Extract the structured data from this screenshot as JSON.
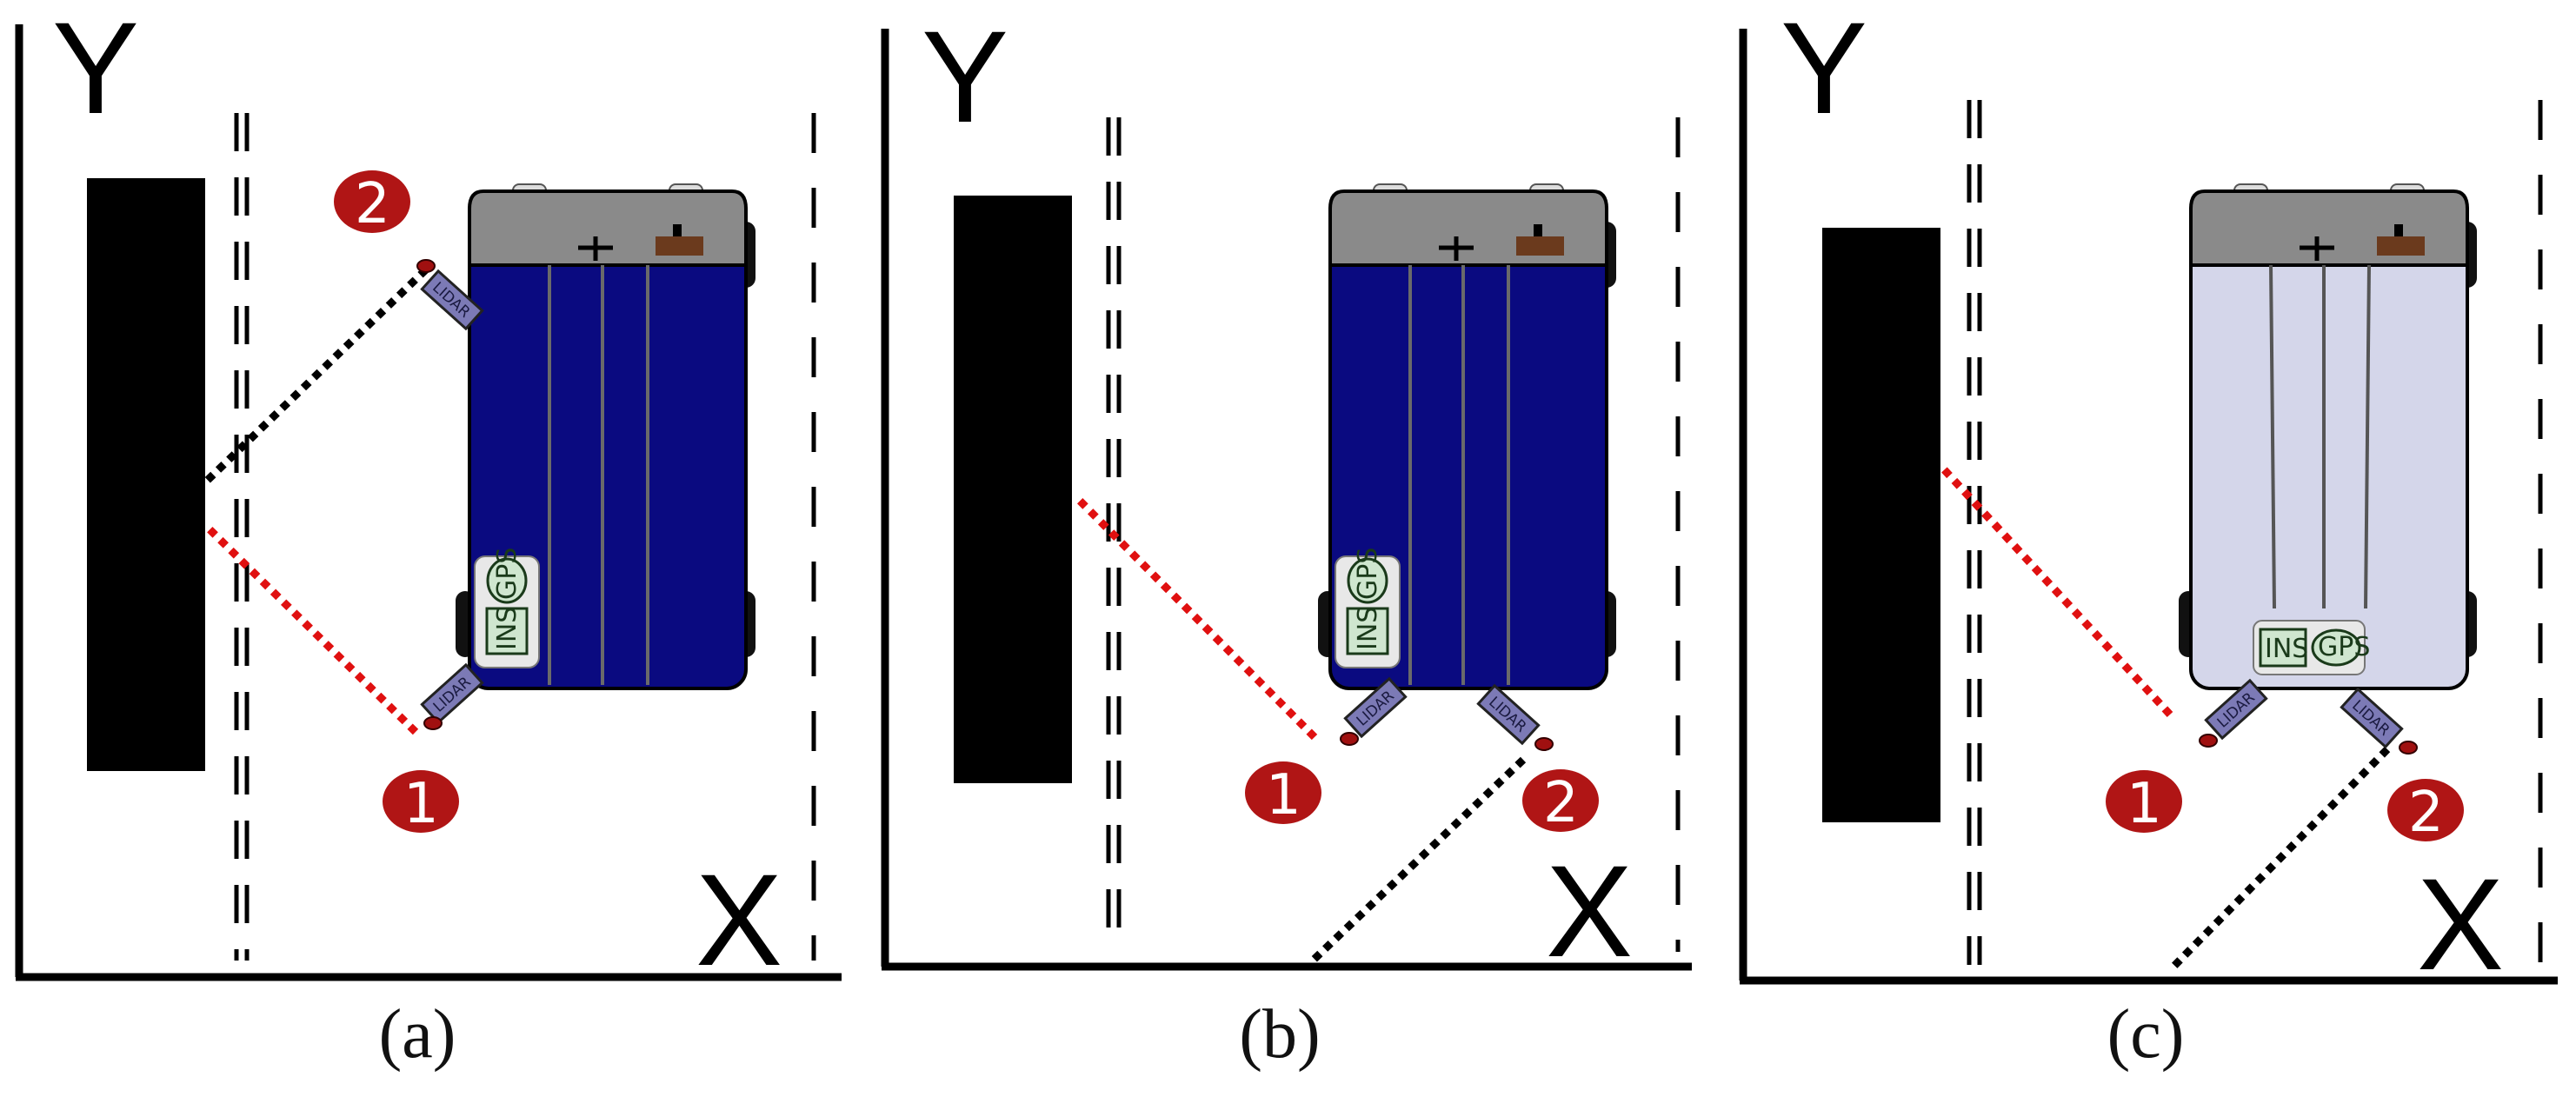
{
  "axis": {
    "y_label": "Y",
    "x_label": "X"
  },
  "sensors": {
    "lidar": "LIDAR",
    "ins": "INS",
    "gps": "GPS"
  },
  "colors": {
    "body_dark": "#0a0a80",
    "body_light": "#d4d6ea",
    "roof": "#8a8a8a",
    "laser_red": "#e01010",
    "laser_black": "#000000",
    "marker": "#b01515",
    "lidar": "#7c7ab6"
  },
  "panels": [
    {
      "id": "a",
      "caption": "(a)",
      "body": "dark",
      "lidar1": "1",
      "lidar2": "2"
    },
    {
      "id": "b",
      "caption": "(b)",
      "body": "dark",
      "lidar1": "1",
      "lidar2": "2"
    },
    {
      "id": "c",
      "caption": "(c)",
      "body": "light",
      "lidar1": "1",
      "lidar2": "2"
    }
  ]
}
